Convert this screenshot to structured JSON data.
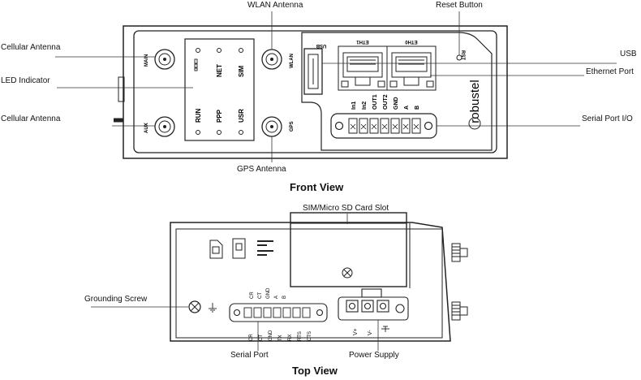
{
  "front": {
    "title": "Front View",
    "callouts": {
      "wlan_antenna": "WLAN Antenna",
      "reset_button": "Reset Button",
      "cellular_main": "Cellular Antenna",
      "led_indicator": "LED Indicator",
      "cellular_aux": "Cellular Antenna",
      "usb": "USB",
      "ethernet_port": "Ethernet Port",
      "serial_port_io": "Serial Port I/O",
      "gps_antenna": "GPS Antenna"
    },
    "panel": {
      "main": "MAIN",
      "aux": "AUX",
      "wlan": "WLAN",
      "gps": "GPS",
      "usb": "USB",
      "eth1": "ETH1",
      "eth0": "ETH0",
      "rst": "RST",
      "brand": "robustel",
      "leds": [
        "NET",
        "SIM",
        "RUN",
        "PPP",
        "USR"
      ],
      "io_pins": [
        "In1",
        "In2",
        "OUT1",
        "OUT2",
        "GND",
        "A",
        "B"
      ]
    }
  },
  "top": {
    "title": "Top View",
    "callouts": {
      "sim_slot": "SIM/Micro SD Card Slot",
      "grounding_screw": "Grounding Screw",
      "serial_port": "Serial Port",
      "power_supply": "Power Supply"
    },
    "serial_pins_top": [
      "CR",
      "CT",
      "GND",
      "A",
      "B"
    ],
    "serial_pins_bottom": [
      "CR",
      "CT",
      "GND",
      "TX",
      "RX",
      "RTS",
      "CTS"
    ],
    "power_pins": [
      "V+",
      "V-"
    ]
  }
}
